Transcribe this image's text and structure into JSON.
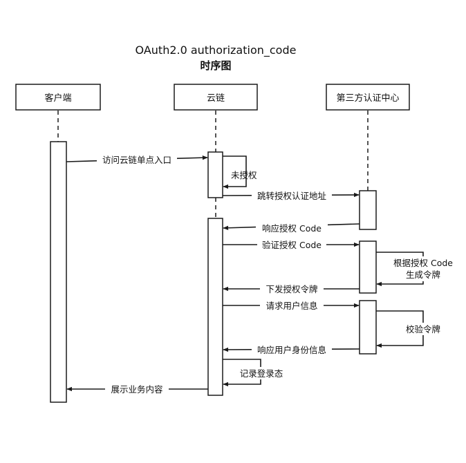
{
  "title": {
    "line1": "OAuth2.0 authorization_code",
    "line2": "时序图"
  },
  "participants": {
    "client": "客户端",
    "cloud": "云链",
    "auth_center": "第三方认证中心"
  },
  "messages": {
    "m1": "访问云链单点入口",
    "m2": "未授权",
    "m3": "跳转授权认证地址",
    "m4": "响应授权 Code",
    "m5": "验证授权 Code",
    "m6_line1": "根据授权 Code",
    "m6_line2": "生成令牌",
    "m7": "下发授权令牌",
    "m8": "请求用户信息",
    "m9": "校验令牌",
    "m10": "响应用户身份信息",
    "m11": "记录登录态",
    "m12": "展示业务内容"
  },
  "colors": {
    "stroke": "#1a1a1a",
    "text": "#111111",
    "background": "#ffffff"
  }
}
